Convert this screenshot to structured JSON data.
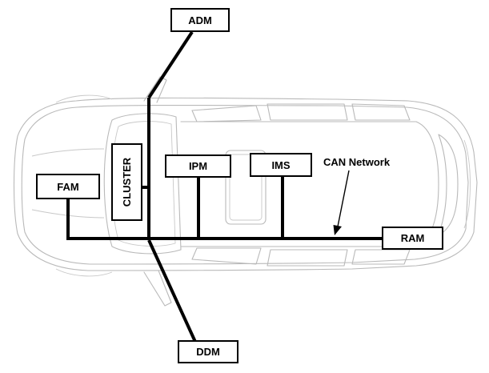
{
  "modules": {
    "adm": "ADM",
    "fam": "FAM",
    "cluster": "CLUSTER",
    "ipm": "IPM",
    "ims": "IMS",
    "ram": "RAM",
    "ddm": "DDM"
  },
  "annotation": {
    "can_network": "CAN Network"
  }
}
